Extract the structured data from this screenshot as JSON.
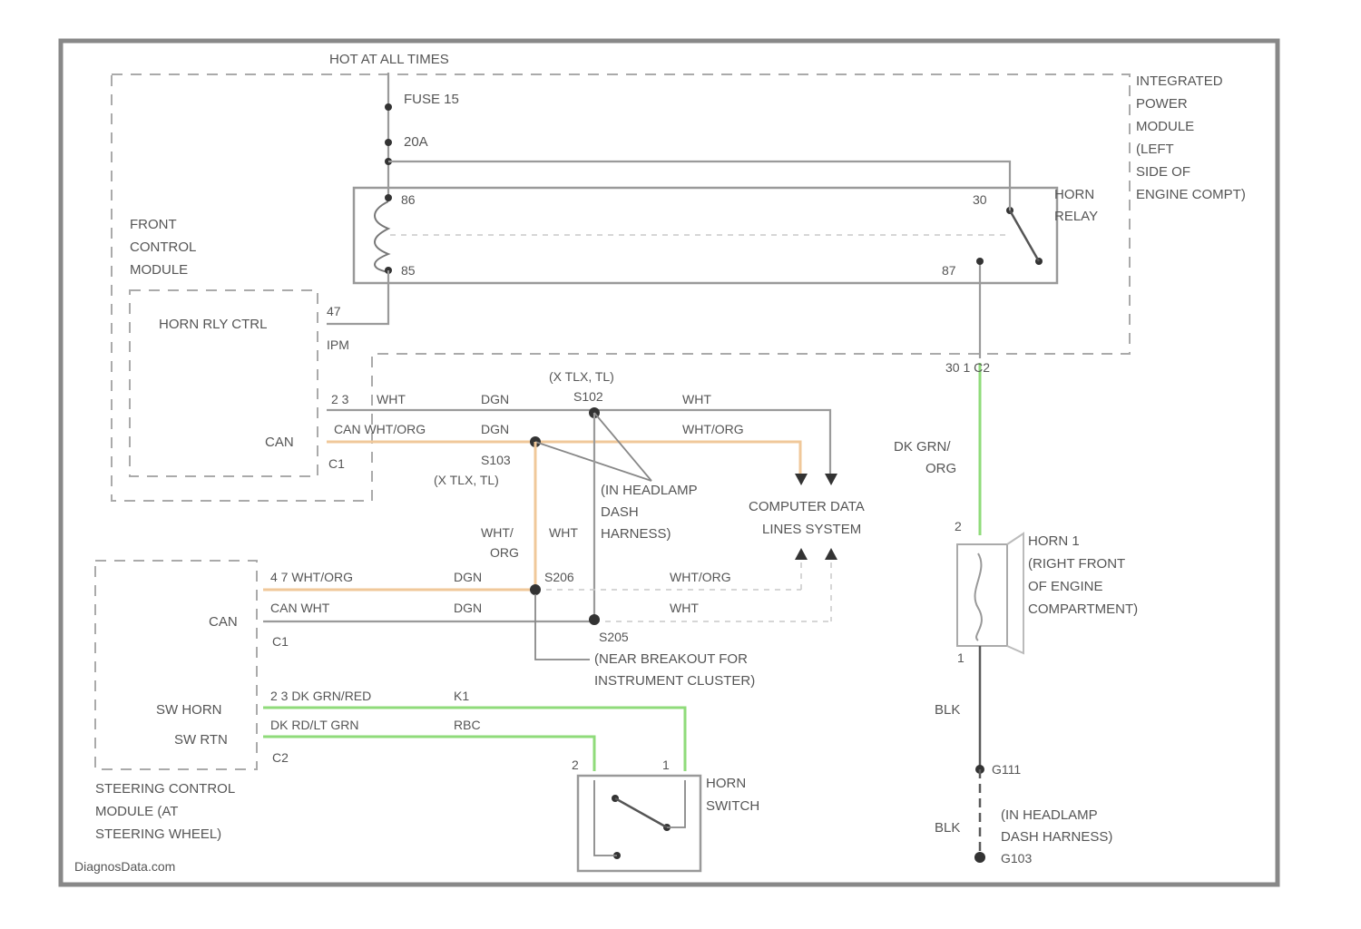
{
  "labels": {
    "hot_at_all_times": "HOT AT ALL TIMES",
    "fuse": "FUSE 15",
    "fuse_amp": "20A",
    "ipm_1": "INTEGRATED",
    "ipm_2": "POWER",
    "ipm_3": "MODULE",
    "ipm_4": "(LEFT",
    "ipm_5": "SIDE OF",
    "ipm_6": "ENGINE COMPT)",
    "relay_1": "HORN",
    "relay_2": "RELAY",
    "pin_86": "86",
    "pin_85": "85",
    "pin_30": "30",
    "pin_87": "87",
    "fcm_1": "FRONT",
    "fcm_2": "CONTROL",
    "fcm_3": "MODULE",
    "horn_rly_ctrl": "HORN RLY CTRL",
    "fcm_pin_47": "47",
    "fcm_conn_ipm": "IPM",
    "fcm_pin_23": "2 3",
    "fcm_can": "CAN",
    "fcm_conn_c1": "C1",
    "wht_1": "WHT",
    "dgn_1": "DGN",
    "wht_2": "WHT",
    "can_wht_org": "CAN WHT/ORG",
    "dgn_2": "DGN",
    "wht_org_1": "WHT/ORG",
    "splice_s103": "S103",
    "splice_s103_note": "(X TLX, TL)",
    "splice_s102": "S102",
    "splice_s102_note": "(X TLX, TL)",
    "dash_harness_1": "(IN HEADLAMP",
    "dash_harness_2": "DASH",
    "dash_harness_3": "HARNESS)",
    "cdls_1": "COMPUTER DATA",
    "cdls_2": "LINES SYSTEM",
    "ipm_conn": "30 1 C2",
    "dk_grn_org_1": "DK GRN/",
    "dk_grn_org_2": "ORG",
    "horn_1": "HORN 1",
    "horn_2": "(RIGHT FRONT",
    "horn_3": "OF ENGINE",
    "horn_4": "COMPARTMENT)",
    "horn_pin_2": "2",
    "horn_pin_1": "1",
    "wht_org_v1": "WHT/",
    "wht_org_v2": "ORG",
    "wht_v": "WHT",
    "scm_pins_a": "4 7 WHT/ORG",
    "scm_pins_b": "CAN WHT",
    "dgn_3": "DGN",
    "dgn_4": "DGN",
    "splice_s206": "S206",
    "wht_org_2": "WHT/ORG",
    "wht_3": "WHT",
    "scm_can": "CAN",
    "scm_conn_c1": "C1",
    "splice_s205": "S205",
    "splice_s205_note1": "(NEAR BREAKOUT FOR",
    "splice_s205_note2": "INSTRUMENT CLUSTER)",
    "scm_horn_sw": "SW HORN",
    "scm_sw_rtn": "SW RTN",
    "scm_pins_2_3": "2 3 DK GRN/RED",
    "scm_pin_k1": "K1",
    "scm_wire_rtn": "DK RD/LT GRN",
    "scm_conn_rbc": "RBC",
    "scm_conn_c2": "C2",
    "switch_pin_2": "2",
    "switch_pin_1": "1",
    "horn_switch_1": "HORN",
    "horn_switch_2": "SWITCH",
    "scm_1": "STEERING CONTROL",
    "scm_2": "MODULE (AT",
    "scm_3": "STEERING WHEEL)",
    "blk_1": "BLK",
    "splice_s111": "G111",
    "blk_2": "BLK",
    "ground_note_1": "(IN HEADLAMP",
    "ground_note_2": "DASH HARNESS)",
    "ground_g103": "G103",
    "watermark": "DiagnosData.com"
  },
  "colors": {
    "wire_gray": "#9a9a9a",
    "wire_orange": "#f0c89a",
    "wire_green": "#8fdb7a",
    "frame": "#888888"
  }
}
